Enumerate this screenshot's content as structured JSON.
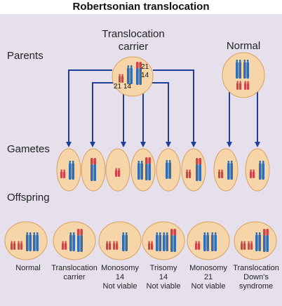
{
  "title": "Robertsonian translocation",
  "row_labels": {
    "parents": "Parents",
    "gametes": "Gametes",
    "offspring": "Offspring"
  },
  "parents": {
    "carrier_label_line1": "Translocation",
    "carrier_label_line2": "carrier",
    "normal_label": "Normal",
    "chrom_labels": [
      "21",
      "14",
      "21 14"
    ]
  },
  "offspring_captions": [
    {
      "line1": "Normal",
      "line2": "",
      "line3": ""
    },
    {
      "line1": "Translocation",
      "line2": "carrier",
      "line3": ""
    },
    {
      "line1": "Monosomy",
      "line2": "14",
      "line3": "Not viable"
    },
    {
      "line1": "Trisomy",
      "line2": "14",
      "line3": "Not viable"
    },
    {
      "line1": "Monosomy",
      "line2": "21",
      "line3": "Not viable"
    },
    {
      "line1": "Translocation",
      "line2": "Down's",
      "line3": "syndrome"
    }
  ],
  "colors": {
    "panel": "#e6e0ec",
    "cell_fill": "#f6d5a8",
    "cell_stroke": "#d9a15c",
    "chr14": "#2f6db5",
    "chr21": "#d1434a",
    "arrow": "#1f3f9a"
  }
}
